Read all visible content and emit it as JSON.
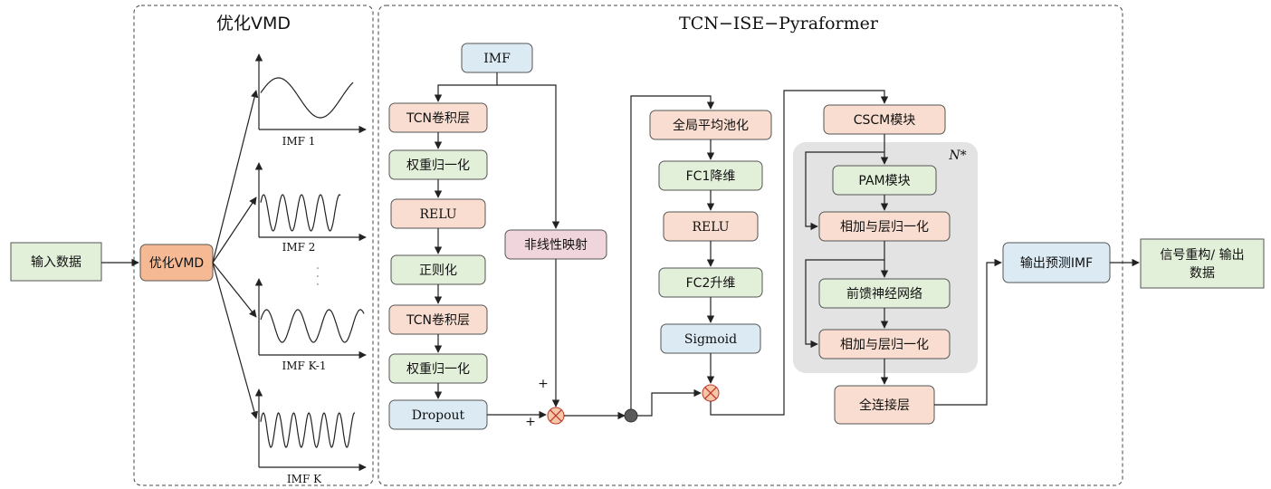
{
  "titles": {
    "vmd_panel": "优化VMD",
    "model_panel": "TCN−ISE−Pyraformer"
  },
  "nodes": {
    "input": "输入数据",
    "vmd": "优化VMD",
    "imf": "IMF",
    "tcn1": "TCN卷积层",
    "wn1": "权重归一化",
    "relu1": "RELU",
    "reg": "正则化",
    "tcn2": "TCN卷积层",
    "wn2": "权重归一化",
    "dropout": "Dropout",
    "nonlinear": "非线性映射",
    "gap": "全局平均池化",
    "fc1": "FC1降维",
    "relu2": "RELU",
    "fc2": "FC2升维",
    "sigmoid": "Sigmoid",
    "cscm": "CSCM模块",
    "pam": "PAM模块",
    "addnorm1": "相加与层归一化",
    "ffn": "前馈神经网络",
    "addnorm2": "相加与层归一化",
    "fc": "全连接层",
    "output_imf": "输出预测IMF",
    "reconstruct_line1": "信号重构/ 输出",
    "reconstruct_line2": "数据"
  },
  "imf_labels": [
    "IMF 1",
    "IMF 2",
    "IMF K-1",
    "IMF K"
  ],
  "ellipsis": "· · ·",
  "repeat_label": "N*",
  "plus_signs": [
    "+",
    "+"
  ],
  "colors": {
    "green": "#e2efd9",
    "orange": "#f8ddd0",
    "blue": "#dceaf3",
    "pink": "#f0d6dc",
    "vmd_orange": "#f5b994",
    "gray_block": "#e3e3e3",
    "mult_fill": "#f6c6a9",
    "mult_stroke": "#c0392b"
  }
}
